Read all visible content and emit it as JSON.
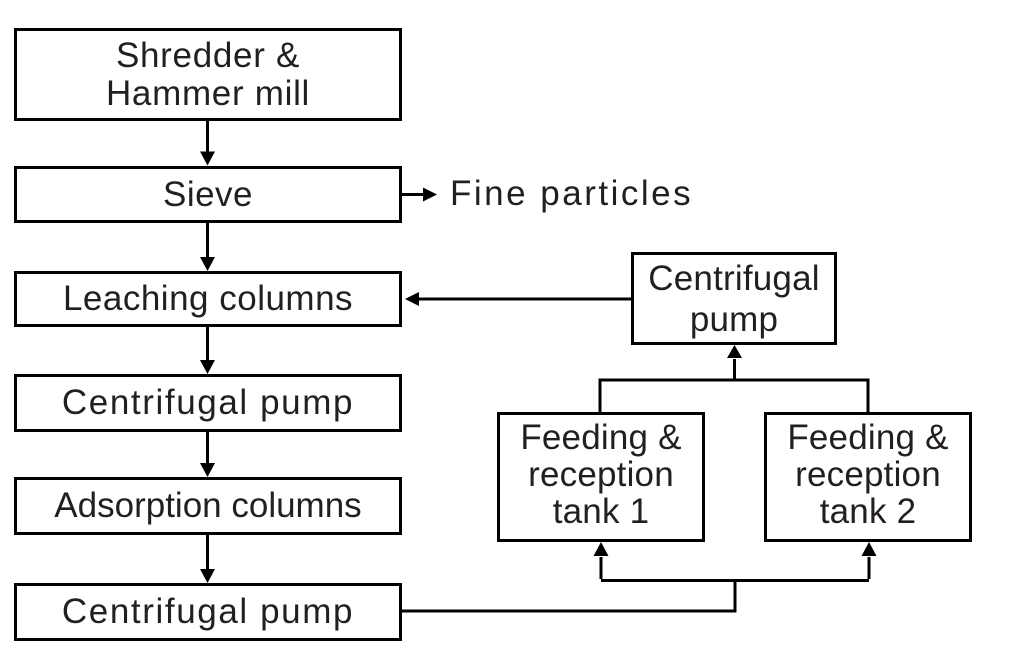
{
  "diagram": {
    "type": "flowchart",
    "colors": {
      "background": "#ffffff",
      "node_fill": "#ffffff",
      "node_border": "#000000",
      "line": "#000000",
      "text": "#231f20"
    },
    "nodes": [
      {
        "id": "shredder-hammer-mill",
        "lines": [
          "Shredder &",
          "Hammer mill"
        ]
      },
      {
        "id": "sieve",
        "lines": [
          "Sieve"
        ]
      },
      {
        "id": "leaching-columns",
        "lines": [
          "Leaching columns"
        ]
      },
      {
        "id": "centrifugal-pump-1",
        "lines": [
          "Centrifugal pump"
        ]
      },
      {
        "id": "adsorption-columns",
        "lines": [
          "Adsorption columns"
        ]
      },
      {
        "id": "centrifugal-pump-2",
        "lines": [
          "Centrifugal pump"
        ]
      },
      {
        "id": "centrifugal-pump-right",
        "lines": [
          "Centrifugal",
          "pump"
        ]
      },
      {
        "id": "feeding-reception-tank-1",
        "lines": [
          "Feeding &",
          "reception",
          "tank 1"
        ]
      },
      {
        "id": "feeding-reception-tank-2",
        "lines": [
          "Feeding &",
          "reception",
          "tank 2"
        ]
      }
    ],
    "floating_labels": [
      {
        "id": "fine-particles",
        "text": "Fine particles"
      }
    ],
    "edges": [
      {
        "from": "shredder-hammer-mill",
        "to": "sieve"
      },
      {
        "from": "sieve",
        "to": "fine-particles"
      },
      {
        "from": "sieve",
        "to": "leaching-columns"
      },
      {
        "from": "leaching-columns",
        "to": "centrifugal-pump-1"
      },
      {
        "from": "centrifugal-pump-1",
        "to": "adsorption-columns"
      },
      {
        "from": "adsorption-columns",
        "to": "centrifugal-pump-2"
      },
      {
        "from": "centrifugal-pump-right",
        "to": "leaching-columns"
      },
      {
        "from": "feeding-reception-tank-1",
        "to": "centrifugal-pump-right"
      },
      {
        "from": "feeding-reception-tank-2",
        "to": "centrifugal-pump-right"
      },
      {
        "from": "centrifugal-pump-2",
        "to": "feeding-reception-tank-1"
      },
      {
        "from": "centrifugal-pump-2",
        "to": "feeding-reception-tank-2"
      }
    ]
  }
}
